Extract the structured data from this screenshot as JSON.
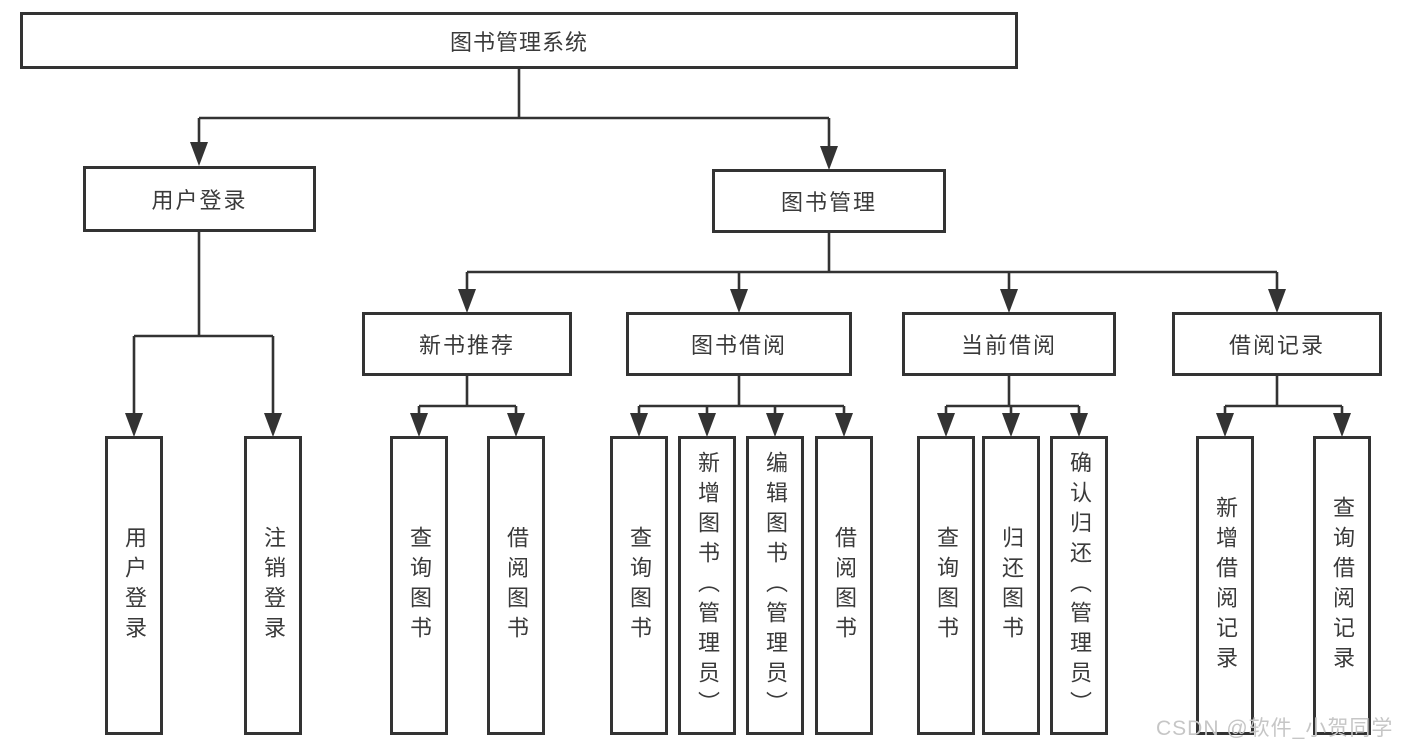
{
  "nodes": {
    "root": "图书管理系统",
    "l2_user_login": "用户登录",
    "l2_book_mgmt": "图书管理",
    "l3_new_book": "新书推荐",
    "l3_book_borrow": "图书借阅",
    "l3_current_borrow": "当前借阅",
    "l3_borrow_record": "借阅记录",
    "leaf_a1": "用户登录",
    "leaf_a2": "注销登录",
    "leaf_b1": "查询图书",
    "leaf_b2": "借阅图书",
    "leaf_c1": "查询图书",
    "leaf_c2": "新增图书（管理员）",
    "leaf_c3": "编辑图书（管理员）",
    "leaf_c4": "借阅图书",
    "leaf_d1": "查询图书",
    "leaf_d2": "归还图书",
    "leaf_d3": "确认归还（管理员）",
    "leaf_e1": "新增借阅记录",
    "leaf_e2": "查询借阅记录"
  },
  "hierarchy": {
    "图书管理系统": {
      "用户登录": [
        "用户登录",
        "注销登录"
      ],
      "图书管理": {
        "新书推荐": [
          "查询图书",
          "借阅图书"
        ],
        "图书借阅": [
          "查询图书",
          "新增图书（管理员）",
          "编辑图书（管理员）",
          "借阅图书"
        ],
        "当前借阅": [
          "查询图书",
          "归还图书",
          "确认归还（管理员）"
        ],
        "借阅记录": [
          "新增借阅记录",
          "查询借阅记录"
        ]
      }
    }
  },
  "colors": {
    "line": "#333333",
    "text": "#3a3a3a",
    "background": "#ffffff",
    "watermark": "#c6c6c6"
  },
  "watermark": {
    "text": "CSDN @软件_小贺同学"
  }
}
